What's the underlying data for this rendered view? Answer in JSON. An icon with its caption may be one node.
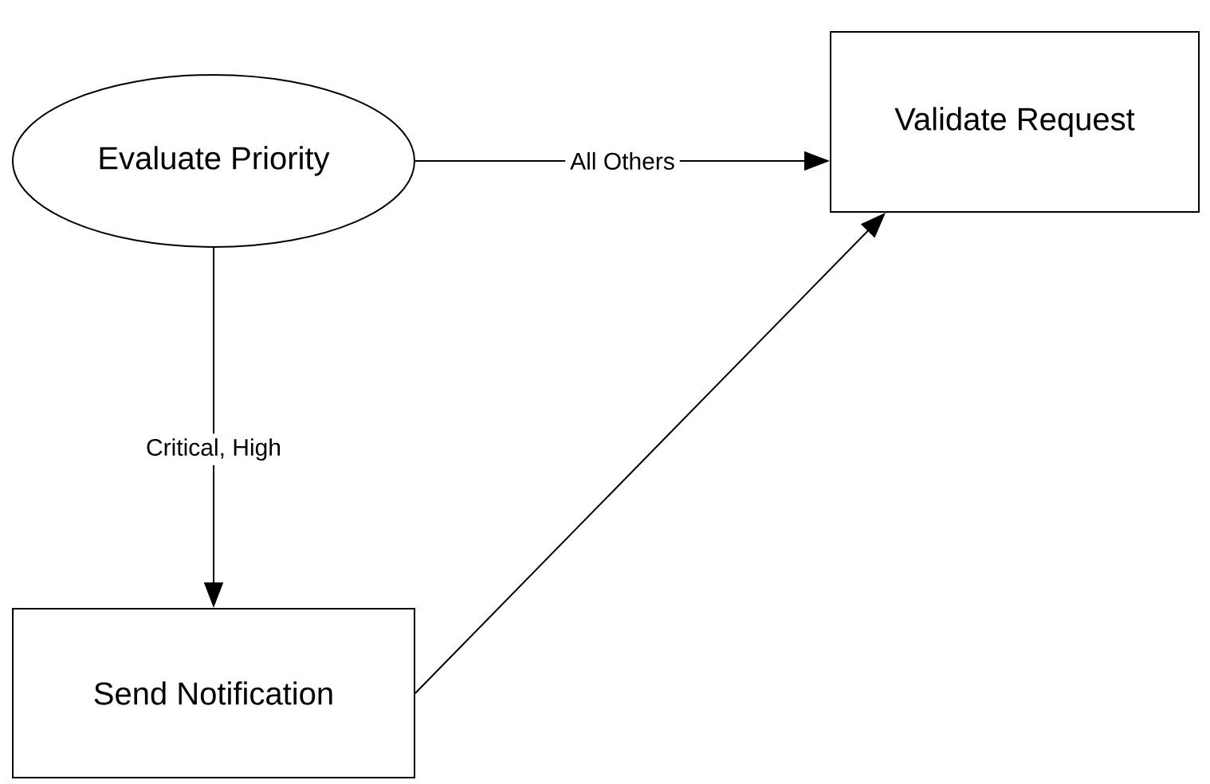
{
  "diagram": {
    "nodes": [
      {
        "text": [
          "Evaluate Priority"
        ]
      },
      {
        "text": [
          "Validate Request"
        ]
      },
      {
        "text": [
          "Send Notification"
        ]
      }
    ],
    "edges": [
      {
        "from": 0,
        "to": 1,
        "arrow": "to",
        "label": "All Others"
      },
      {
        "from": 0,
        "to": 2,
        "arrow": "to",
        "label": "Critical, High"
      },
      {
        "from": 2,
        "to": 1,
        "arrow": "to"
      }
    ]
  }
}
